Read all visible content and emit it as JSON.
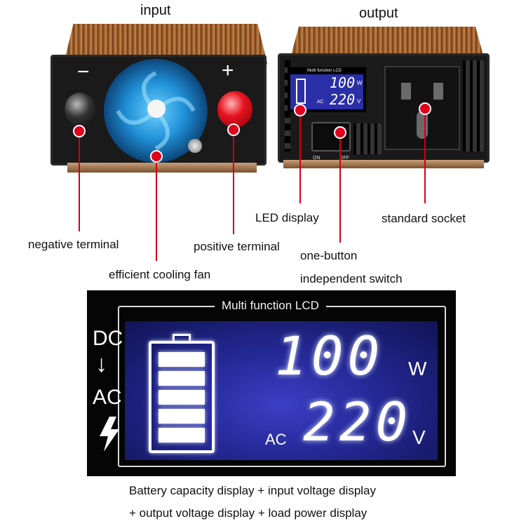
{
  "titles": {
    "input": "input",
    "output": "output"
  },
  "labels": {
    "negative_terminal": "negative terminal",
    "positive_terminal": "positive terminal",
    "cooling_fan": "efficient cooling fan",
    "led_display": "LED display",
    "standard_socket": "standard socket",
    "switch_line1": "one-button",
    "switch_line2": "independent switch"
  },
  "device": {
    "minus_symbol": "−",
    "plus_symbol": "+",
    "mini_lcd_header": "Multi function LCD",
    "mini_power": "100",
    "mini_power_unit": "W",
    "mini_voltage": "220",
    "mini_voltage_unit": "V",
    "mini_ac": "AC",
    "switch_on": "ON",
    "switch_off": "OFF"
  },
  "lcd": {
    "header": "Multi function LCD",
    "side_dc": "DC",
    "side_arrow": "↓",
    "side_ac": "AC",
    "power_value": "100",
    "power_unit": "W",
    "voltage_label": "AC",
    "voltage_value": "220",
    "voltage_unit": "V",
    "battery_level_bars": 5
  },
  "captions": {
    "line1": "Battery capacity display + input voltage display",
    "line2": "+ output voltage display + load power display"
  },
  "colors": {
    "accent_red": "#e0001b",
    "lcd_blue": "#262a9a",
    "housing": "#a0602c"
  }
}
